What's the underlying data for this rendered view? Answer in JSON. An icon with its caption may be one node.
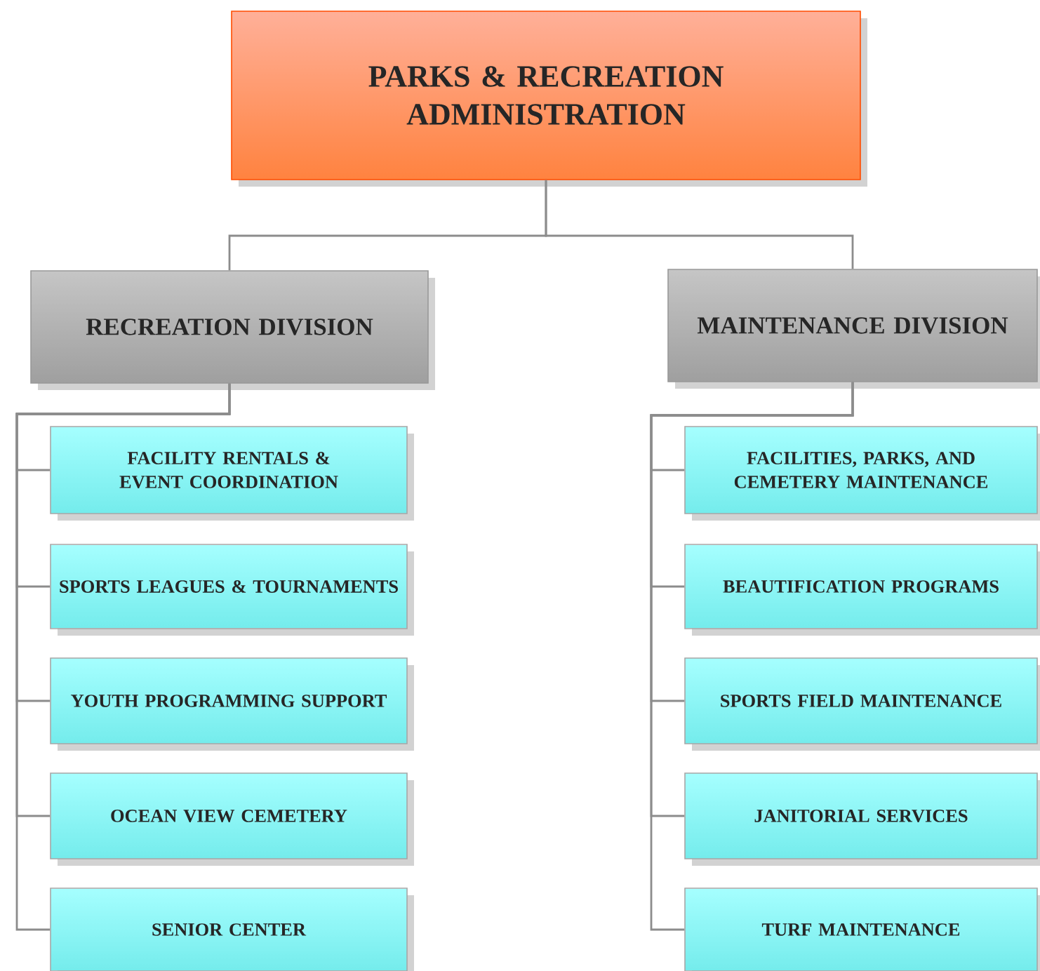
{
  "diagram": {
    "nodes": [
      {
        "text": [
          "PARKS & RECREATION ADMINISTRATION"
        ]
      },
      {
        "text": [
          "RECREATION DIVISION"
        ]
      },
      {
        "text": [
          "MAINTENANCE DIVISION"
        ]
      },
      {
        "text": [
          "FACILITY RENTALS & EVENT COORDINATION"
        ]
      },
      {
        "text": [
          "SPORTS LEAGUES & TOURNAMENTS"
        ]
      },
      {
        "text": [
          "YOUTH PROGRAMMING SUPPORT"
        ]
      },
      {
        "text": [
          "OCEAN VIEW CEMETERY"
        ]
      },
      {
        "text": [
          "SENIOR CENTER"
        ]
      },
      {
        "text": [
          "FACILITIES, PARKS, AND CEMETERY MAINTENANCE"
        ]
      },
      {
        "text": [
          "BEAUTIFICATION PROGRAMS"
        ]
      },
      {
        "text": [
          "SPORTS FIELD MAINTENANCE"
        ]
      },
      {
        "text": [
          "JANITORIAL SERVICES"
        ]
      },
      {
        "text": [
          "TURF MAINTENANCE"
        ]
      }
    ],
    "edges": [
      {
        "from": 0,
        "to": 1,
        "arrow": "none"
      },
      {
        "from": 0,
        "to": 2,
        "arrow": "none"
      },
      {
        "from": 1,
        "to": 3,
        "arrow": "none"
      },
      {
        "from": 1,
        "to": 4,
        "arrow": "none"
      },
      {
        "from": 1,
        "to": 5,
        "arrow": "none"
      },
      {
        "from": 1,
        "to": 6,
        "arrow": "none"
      },
      {
        "from": 1,
        "to": 7,
        "arrow": "none"
      },
      {
        "from": 2,
        "to": 8,
        "arrow": "none"
      },
      {
        "from": 2,
        "to": 9,
        "arrow": "none"
      },
      {
        "from": 2,
        "to": 10,
        "arrow": "none"
      },
      {
        "from": 2,
        "to": 11,
        "arrow": "none"
      },
      {
        "from": 2,
        "to": 12,
        "arrow": "none"
      }
    ]
  }
}
